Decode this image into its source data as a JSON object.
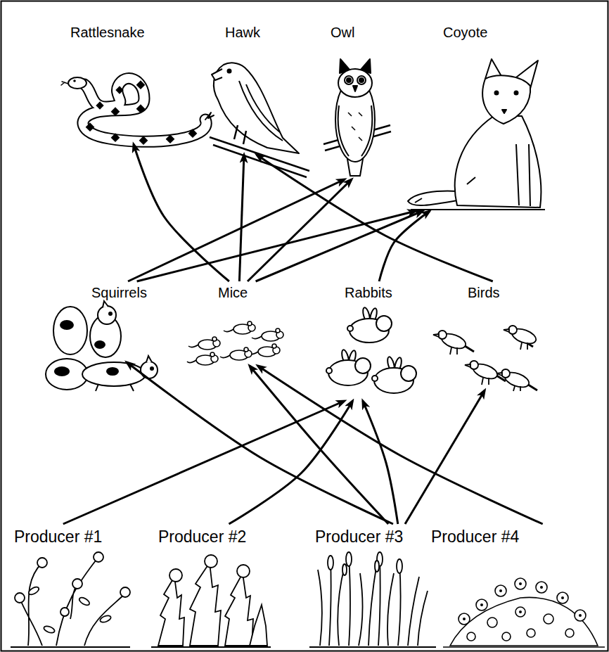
{
  "diagram": {
    "nodes": [
      {
        "text": [
          "Rattlesnake"
        ]
      },
      {
        "text": [
          "Hawk"
        ]
      },
      {
        "text": [
          "Owl"
        ]
      },
      {
        "text": [
          "Coyote"
        ]
      },
      {
        "text": [
          "Squirrels"
        ]
      },
      {
        "text": [
          "Mice"
        ]
      },
      {
        "text": [
          "Rabbits"
        ]
      },
      {
        "text": [
          "Birds"
        ]
      },
      {
        "text": [
          "Producer #1"
        ]
      },
      {
        "text": [
          "Producer #2"
        ]
      },
      {
        "text": [
          "Producer #3"
        ]
      },
      {
        "text": [
          "Producer #4"
        ]
      }
    ],
    "edges": [
      {
        "from": 4,
        "to": 2,
        "arrow": "to"
      },
      {
        "from": 4,
        "to": 3,
        "arrow": "to"
      },
      {
        "from": 5,
        "to": 0,
        "arrow": "to"
      },
      {
        "from": 5,
        "to": 1,
        "arrow": "to"
      },
      {
        "from": 5,
        "to": 2,
        "arrow": "to"
      },
      {
        "from": 5,
        "to": 3,
        "arrow": "to"
      },
      {
        "from": 6,
        "to": 3,
        "arrow": "to"
      },
      {
        "from": 7,
        "to": 1,
        "arrow": "to"
      },
      {
        "from": 8,
        "to": 6,
        "arrow": "to"
      },
      {
        "from": 9,
        "to": 6,
        "arrow": "to"
      },
      {
        "from": 10,
        "to": 4,
        "arrow": "to"
      },
      {
        "from": 10,
        "to": 5,
        "arrow": "to"
      },
      {
        "from": 10,
        "to": 6,
        "arrow": "to"
      },
      {
        "from": 10,
        "to": 7,
        "arrow": "to"
      },
      {
        "from": 11,
        "to": 5,
        "arrow": "to"
      }
    ]
  }
}
